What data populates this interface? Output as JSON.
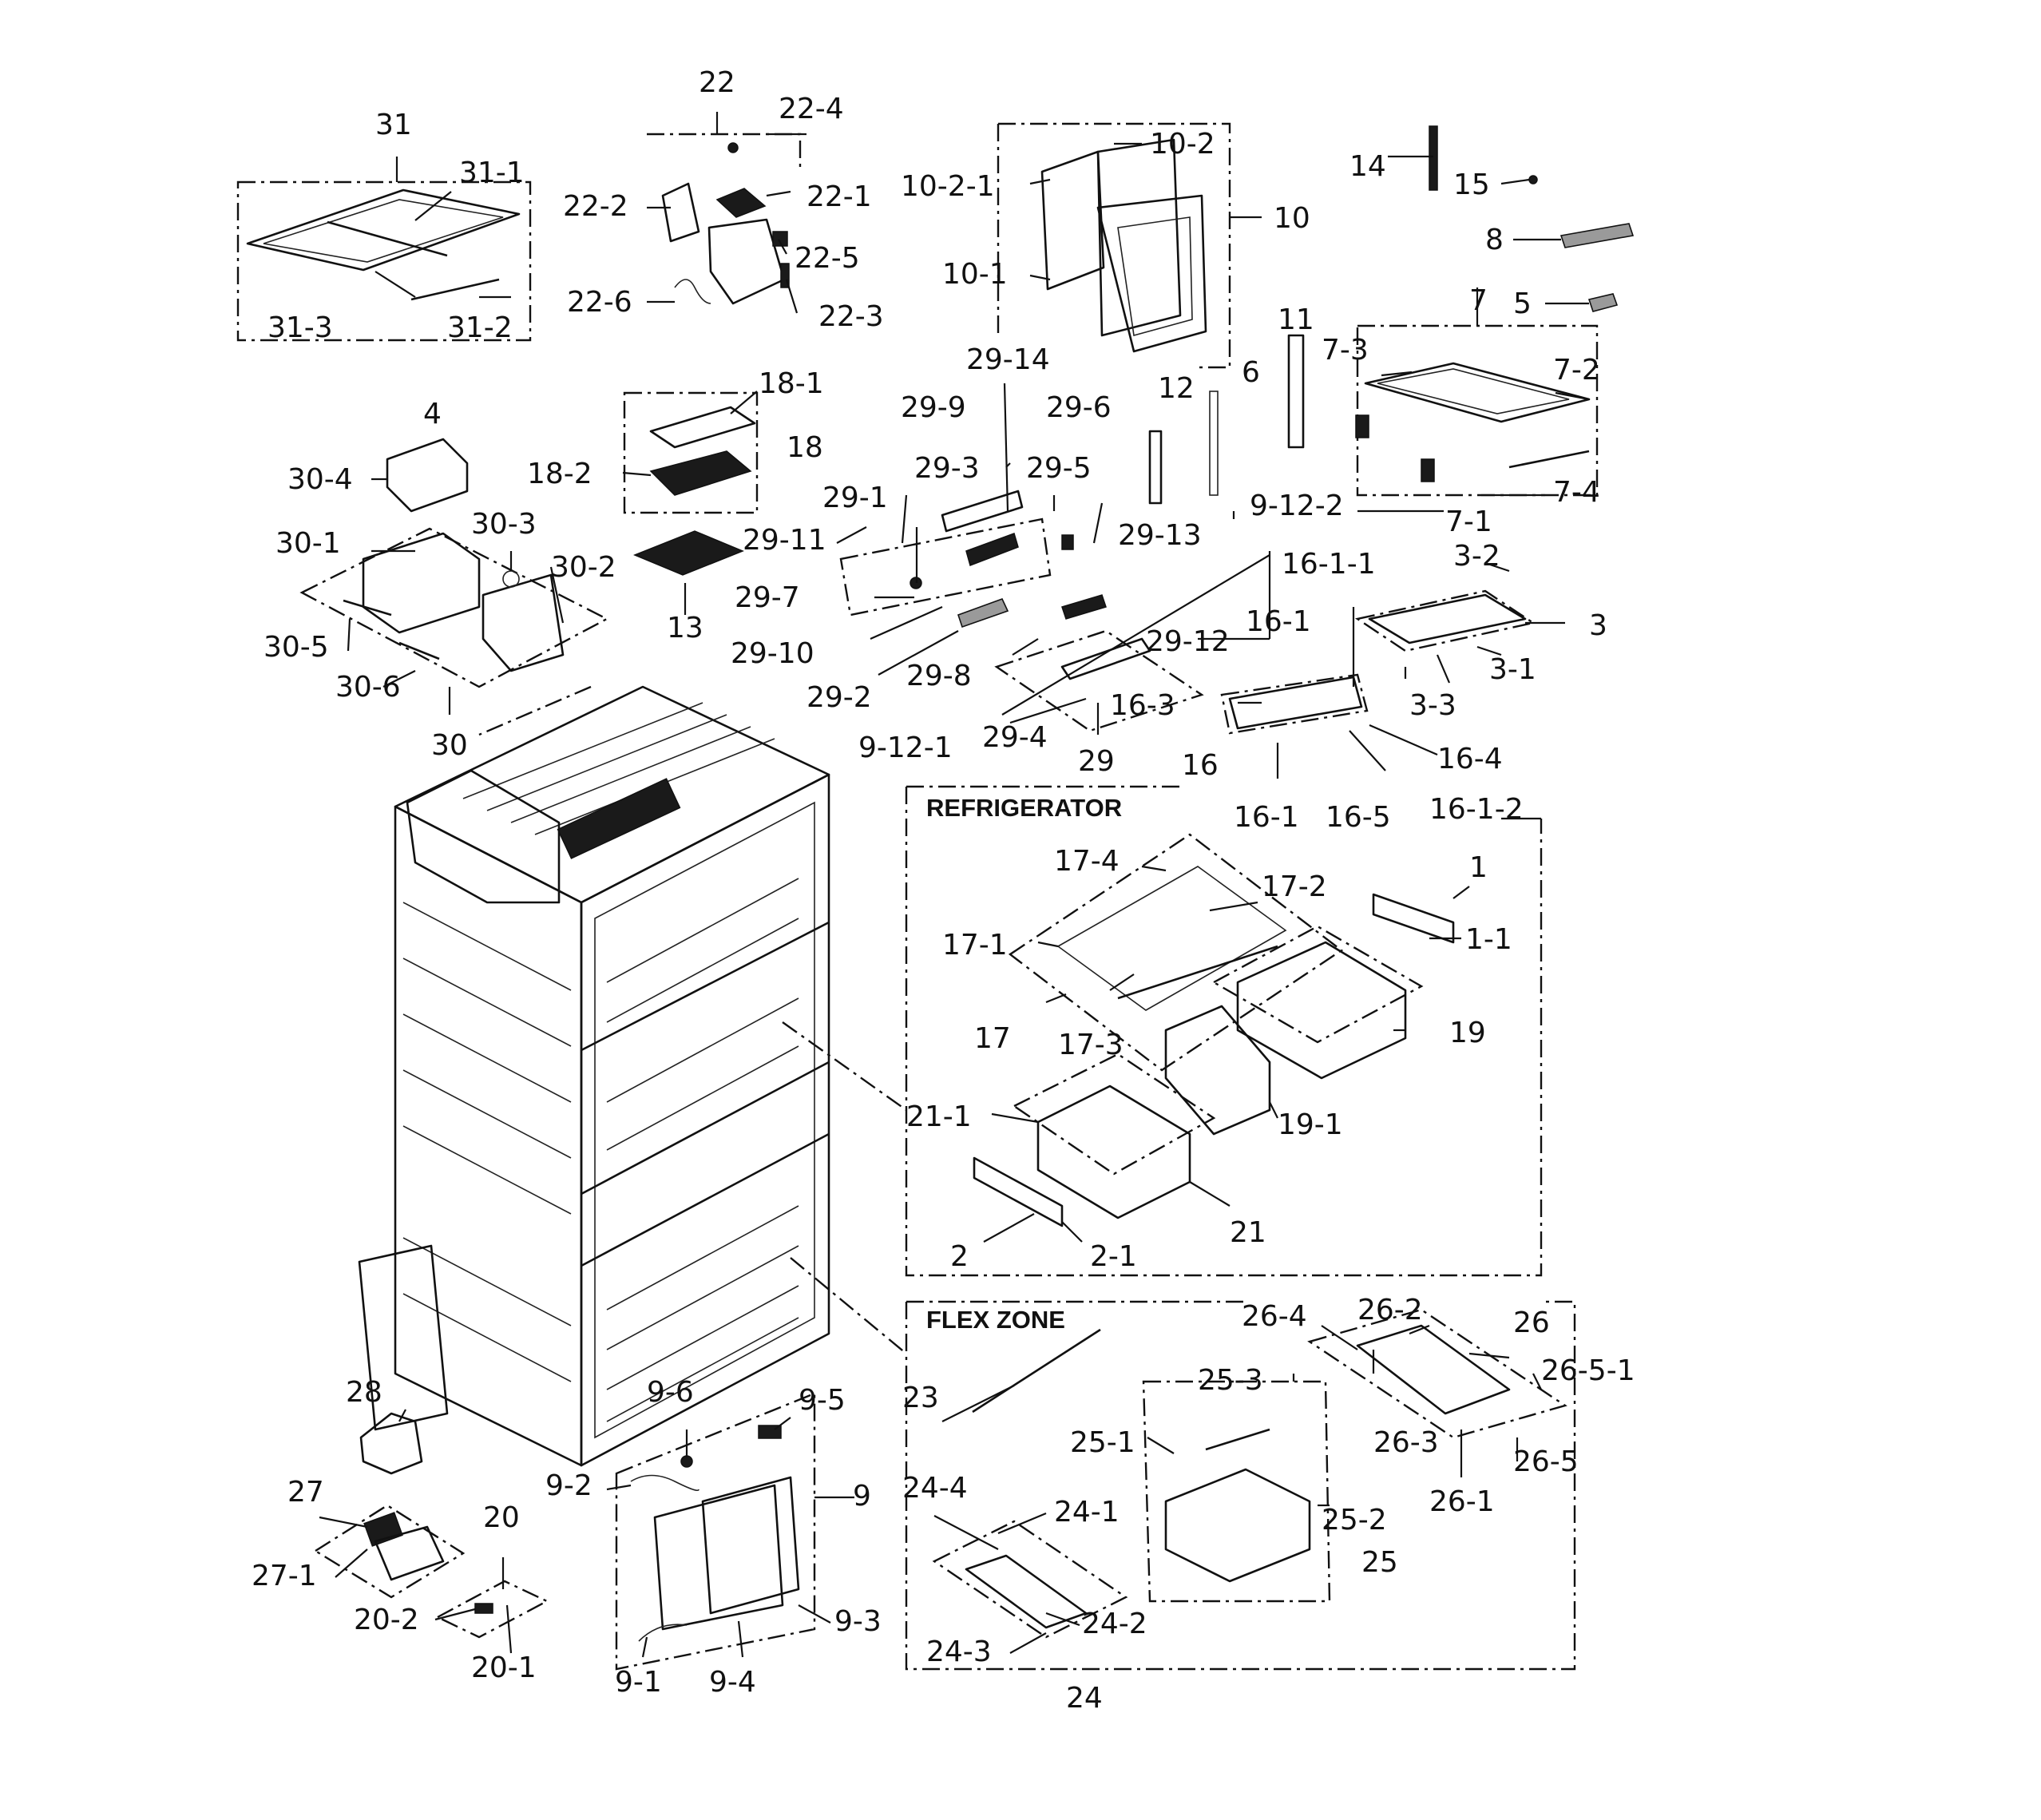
{
  "sections": {
    "refrigerator": "REFRIGERATOR",
    "flex_zone": "FLEX ZONE"
  },
  "callouts": {
    "c31": "31",
    "c31_1": "31-1",
    "c31_2": "31-2",
    "c31_3": "31-3",
    "c22": "22",
    "c22_1": "22-1",
    "c22_2": "22-2",
    "c22_3": "22-3",
    "c22_4": "22-4",
    "c22_5": "22-5",
    "c22_6": "22-6",
    "c10": "10",
    "c10_1": "10-1",
    "c10_2": "10-2",
    "c10_2_1": "10-2-1",
    "c14": "14",
    "c15": "15",
    "c8": "8",
    "c5": "5",
    "c7": "7",
    "c7_1": "7-1",
    "c7_2": "7-2",
    "c7_3": "7-3",
    "c7_4": "7-4",
    "c11": "11",
    "c6": "6",
    "c12": "12",
    "c18": "18",
    "c18_1": "18-1",
    "c18_2": "18-2",
    "c13": "13",
    "c4": "4",
    "c30": "30",
    "c30_1": "30-1",
    "c30_2": "30-2",
    "c30_3": "30-3",
    "c30_4": "30-4",
    "c30_5": "30-5",
    "c30_6": "30-6",
    "c29": "29",
    "c29_1": "29-1",
    "c29_2": "29-2",
    "c29_3": "29-3",
    "c29_4": "29-4",
    "c29_5": "29-5",
    "c29_6": "29-6",
    "c29_7": "29-7",
    "c29_8": "29-8",
    "c29_9": "29-9",
    "c29_10": "29-10",
    "c29_11": "29-11",
    "c29_12": "29-12",
    "c29_13": "29-13",
    "c29_14": "29-14",
    "c9_12_1": "9-12-1",
    "c9_12_2": "9-12-2",
    "c3": "3",
    "c3_1": "3-1",
    "c3_2": "3-2",
    "c3_3": "3-3",
    "c16": "16",
    "c16_1a": "16-1",
    "c16_1b": "16-1",
    "c16_1_1": "16-1-1",
    "c16_1_2": "16-1-2",
    "c16_3": "16-3",
    "c16_4": "16-4",
    "c16_5": "16-5",
    "c17": "17",
    "c17_1": "17-1",
    "c17_2": "17-2",
    "c17_3": "17-3",
    "c17_4": "17-4",
    "c1": "1",
    "c1_1": "1-1",
    "c19": "19",
    "c19_1": "19-1",
    "c21": "21",
    "c21_1": "21-1",
    "c2": "2",
    "c2_1": "2-1",
    "c23": "23",
    "c24": "24",
    "c24_1": "24-1",
    "c24_2": "24-2",
    "c24_3": "24-3",
    "c24_4": "24-4",
    "c25": "25",
    "c25_1": "25-1",
    "c25_2": "25-2",
    "c25_3": "25-3",
    "c26": "26",
    "c26_1": "26-1",
    "c26_2": "26-2",
    "c26_3": "26-3",
    "c26_4": "26-4",
    "c26_5": "26-5",
    "c26_5_1": "26-5-1",
    "c28": "28",
    "c27": "27",
    "c27_1": "27-1",
    "c20": "20",
    "c20_1": "20-1",
    "c20_2": "20-2",
    "c9": "9",
    "c9_1": "9-1",
    "c9_2": "9-2",
    "c9_3": "9-3",
    "c9_4": "9-4",
    "c9_5": "9-5",
    "c9_6": "9-6"
  }
}
